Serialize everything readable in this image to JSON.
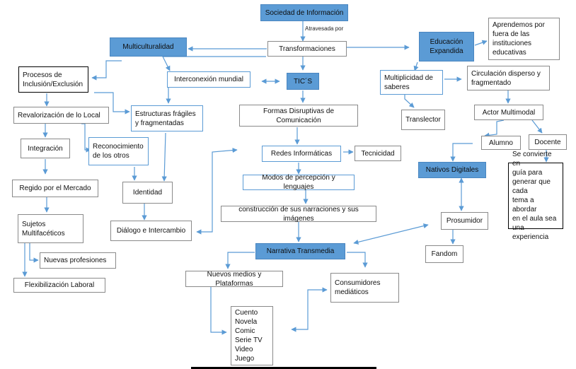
{
  "nodes": {
    "sociedad": "Sociedad de Información",
    "transformaciones": "Transformaciones",
    "multiculturalidad": "Multiculturalidad",
    "educacion": "Educación\nExpandida",
    "aprendemos": "Aprendemos por\nfuera de las\ninstituciones\neducativas",
    "procesos": "Procesos de\nInclusión/Exclusión",
    "interconexion": "Interconexión mundial",
    "tics": "TIC´S",
    "multiplicidad": "Multiplicidad de\nsaberes",
    "circulacion": "Circulación disperso y\nfragmentado",
    "revalorizacion": "Revalorización de lo Local",
    "estructuras": "Estructuras frágiles\ny fragmentadas",
    "formas": "Formas Disruptivas de Comunicación",
    "translector": "Translector",
    "actor": "Actor Multimodal",
    "integracion": "Integración",
    "reconocimiento": "Reconocimiento\nde los otros",
    "redes": "Redes Informáticas",
    "tecnicidad": "Tecnicidad",
    "alumno": "Alumno",
    "docente": "Docente",
    "nativos": "Nativos Digitales",
    "se_convierte": "Se convierte en\nguía para\ngenerar que cada\ntema a abordar\nen el aula sea\nuna experiencia",
    "regido": "Regido por el Mercado",
    "identidad": "Identidad",
    "modos": "Modos de percepción y lenguajes",
    "construccion": "construcción de sus narraciones y sus imágenes",
    "sujetos": "Sujetos\nMultifacéticos",
    "dialogo": "Diálogo e Intercambio",
    "prosumidor": "Prosumidor",
    "nuevas_prof": "Nuevas profesiones",
    "narrativa": "Narrativa Transmedia",
    "fandom": "Fandom",
    "flexibilizacion": "Flexibilización Laboral",
    "nuevos_medios": "Nuevos medios y Plataformas",
    "consumidores": "Consumidores\nmediáticos",
    "formatos": "Cuento\nNovela\nComic\nSerie TV\nVideo\nJuego"
  },
  "edge_labels": {
    "atravesada": "Atravesada por"
  },
  "colors": {
    "accent": "#5b9bd5",
    "border": "#8a8a8a"
  }
}
